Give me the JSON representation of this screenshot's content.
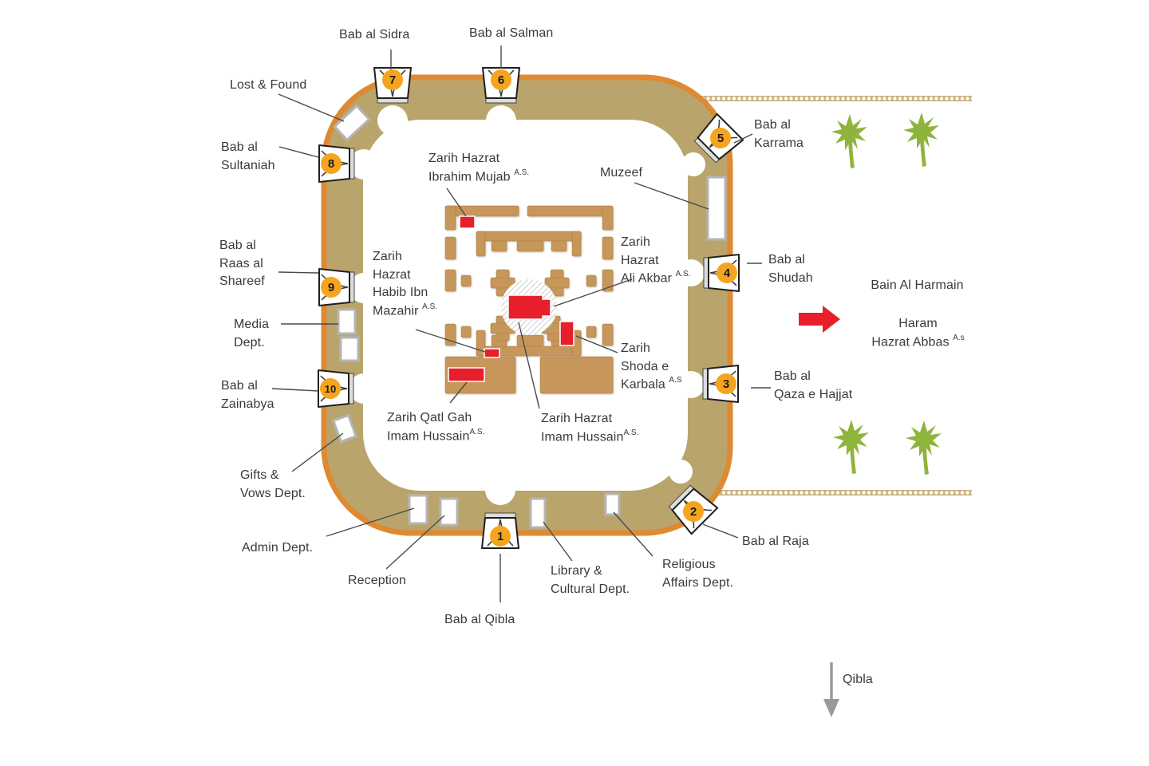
{
  "gates": [
    {
      "number": "1",
      "label": "Bab al Qibla"
    },
    {
      "number": "2",
      "label": "Bab al Raja"
    },
    {
      "number": "3",
      "label": "Bab al\nQaza e Hajjat"
    },
    {
      "number": "4",
      "label": "Bab al\nShudah"
    },
    {
      "number": "5",
      "label": "Bab al\nKarrama"
    },
    {
      "number": "6",
      "label": "Bab al Salman"
    },
    {
      "number": "7",
      "label": "Bab al Sidra"
    },
    {
      "number": "8",
      "label": "Bab al\nSultaniah"
    },
    {
      "number": "9",
      "label": "Bab al\nRaas al\nShareef"
    },
    {
      "number": "10",
      "label": "Bab al\nZainabya"
    }
  ],
  "departments": {
    "lost_found": "Lost & Found",
    "muzeef": "Muzeef",
    "media": "Media\nDept.",
    "gifts": "Gifts &\nVows Dept.",
    "admin": "Admin Dept.",
    "reception": "Reception",
    "library": "Library &\nCultural Dept.",
    "religious": "Religious\nAffairs Dept."
  },
  "zarihs": {
    "ibrahim": {
      "lines": "Zarih Hazrat\nIbrahim Mujab ",
      "sup": "A.S."
    },
    "ali_akbar": {
      "lines": "Zarih\nHazrat\nAli Akbar ",
      "sup": "A.S."
    },
    "habib": {
      "lines": "Zarih\nHazrat\nHabib Ibn\nMazahir ",
      "sup": "A.S."
    },
    "shoda": {
      "lines": "Zarih\nShoda e\nKarbala ",
      "sup": "A.S"
    },
    "qatl_gah": {
      "lines": "Zarih Qatl Gah\nImam Hussain",
      "sup": "A.S."
    },
    "imam_hussain": {
      "lines": "Zarih Hazrat\nImam Hussain",
      "sup": "A.S."
    }
  },
  "annotations": {
    "bain_al_harmain": "Bain Al Harmain",
    "haram": {
      "lines": "Haram\nHazrat Abbas ",
      "sup": "A.s"
    },
    "qibla": "Qibla"
  },
  "colors": {
    "ring_orange": "#dd8a33",
    "wall_tan": "#b9a56c",
    "wall_block": "#c6965a",
    "zarih_red": "#e71f2b",
    "gate_orange": "#f5a51d",
    "palm_green": "#8fb43d",
    "chain_tan": "#c9b384",
    "label_dark": "#3a3a3a"
  }
}
